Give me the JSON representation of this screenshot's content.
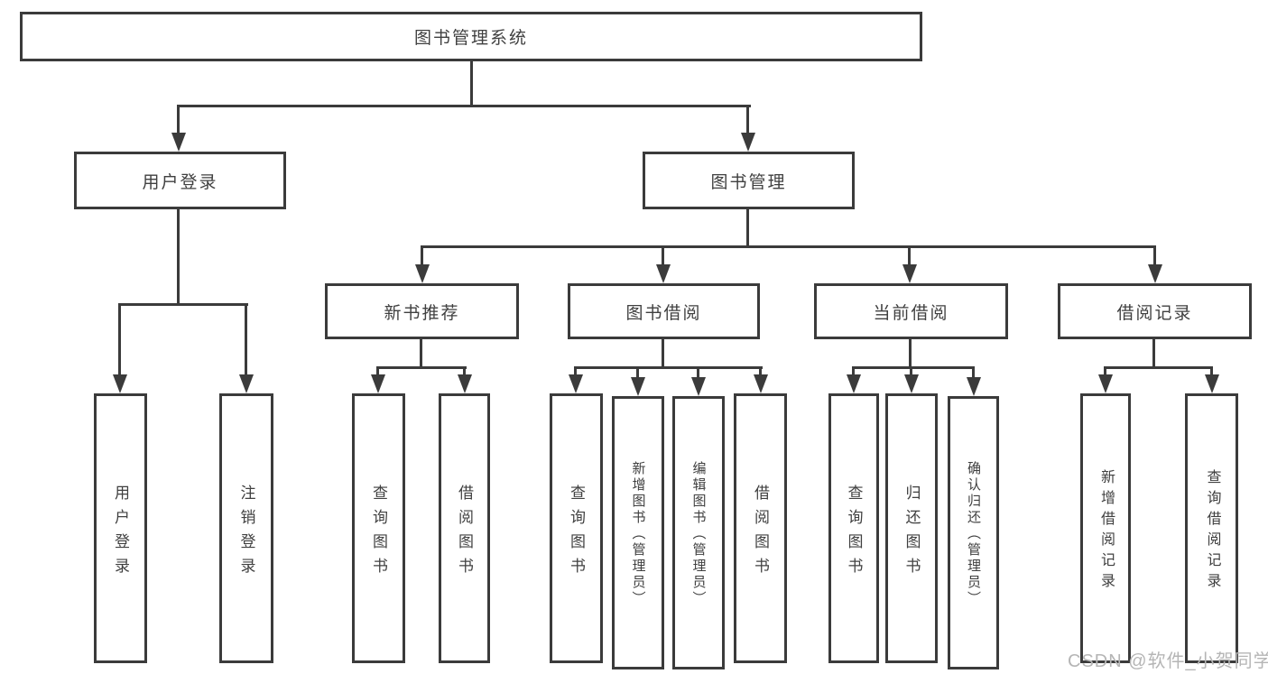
{
  "nodes": {
    "root": {
      "label": "图书管理系统"
    },
    "user_login": {
      "label": "用户登录"
    },
    "book_mgmt": {
      "label": "图书管理"
    },
    "login": {
      "label": "用户登录"
    },
    "logout": {
      "label": "注销登录"
    },
    "new_book_rec": {
      "label": "新书推荐"
    },
    "book_borrow": {
      "label": "图书借阅"
    },
    "current_borrow": {
      "label": "当前借阅"
    },
    "borrow_record": {
      "label": "借阅记录"
    },
    "nb_query": {
      "label": "查询图书"
    },
    "nb_borrow": {
      "label": "借阅图书"
    },
    "bb_query": {
      "label": "查询图书"
    },
    "bb_add": {
      "label": "新增图书（管理员）"
    },
    "bb_edit": {
      "label": "编辑图书（管理员）"
    },
    "bb_borrow": {
      "label": "借阅图书"
    },
    "cb_query": {
      "label": "查询图书"
    },
    "cb_return": {
      "label": "归还图书"
    },
    "cb_confirm": {
      "label": "确认归还（管理员）"
    },
    "br_add": {
      "label": "新增借阅记录"
    },
    "br_query": {
      "label": "查询借阅记录"
    }
  },
  "edges": [
    [
      "root",
      "user_login"
    ],
    [
      "root",
      "book_mgmt"
    ],
    [
      "user_login",
      "login"
    ],
    [
      "user_login",
      "logout"
    ],
    [
      "book_mgmt",
      "new_book_rec"
    ],
    [
      "book_mgmt",
      "book_borrow"
    ],
    [
      "book_mgmt",
      "current_borrow"
    ],
    [
      "book_mgmt",
      "borrow_record"
    ],
    [
      "new_book_rec",
      "nb_query"
    ],
    [
      "new_book_rec",
      "nb_borrow"
    ],
    [
      "book_borrow",
      "bb_query"
    ],
    [
      "book_borrow",
      "bb_add"
    ],
    [
      "book_borrow",
      "bb_edit"
    ],
    [
      "book_borrow",
      "bb_borrow"
    ],
    [
      "current_borrow",
      "cb_query"
    ],
    [
      "current_borrow",
      "cb_return"
    ],
    [
      "current_borrow",
      "cb_confirm"
    ],
    [
      "borrow_record",
      "br_add"
    ],
    [
      "borrow_record",
      "br_query"
    ]
  ],
  "watermark": "CSDN @软件_小贺同学",
  "colors": {
    "line": "#3b3b3b",
    "text": "#404040",
    "watermark": "#b5b5b5",
    "background": "#ffffff"
  }
}
